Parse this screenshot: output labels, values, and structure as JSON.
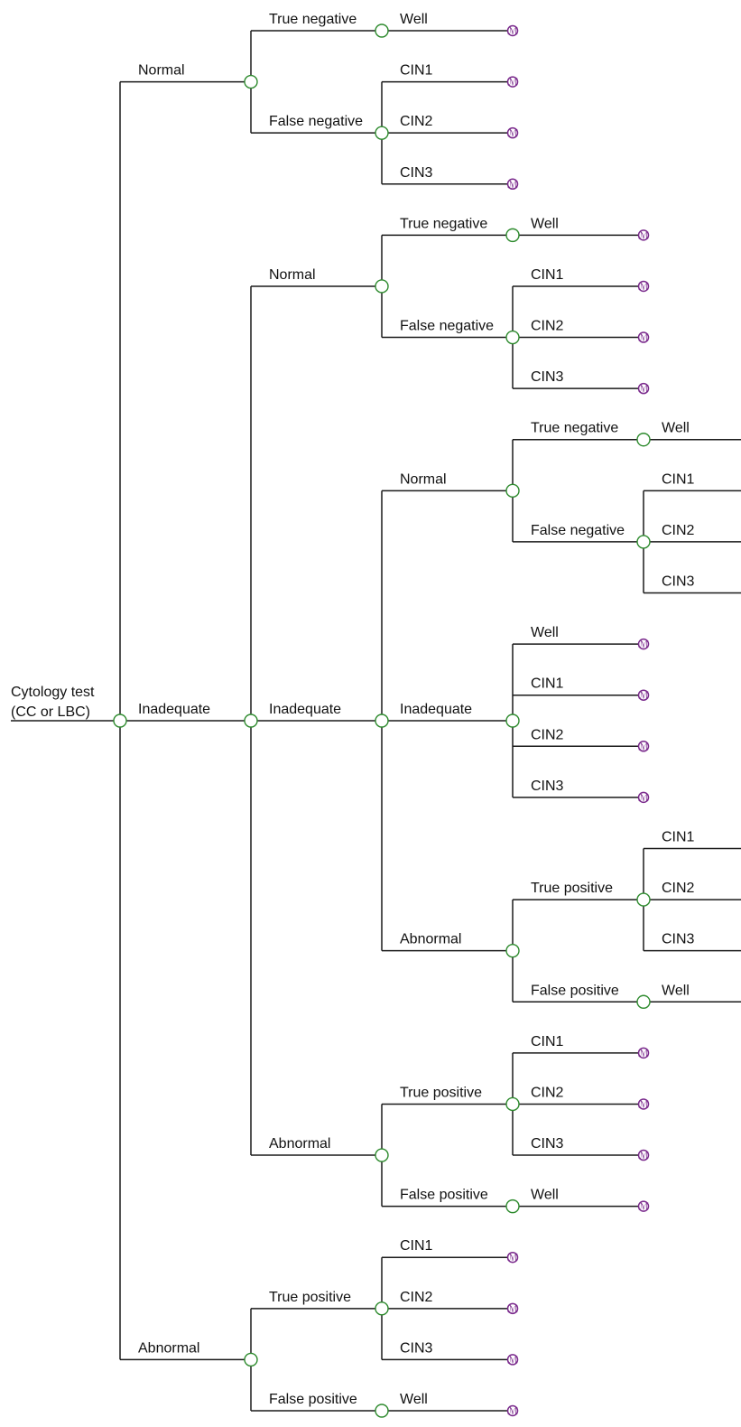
{
  "root": {
    "label": [
      "Cytology test",
      "(CC or LBC)"
    ]
  },
  "tree": {
    "children": [
      {
        "label": "Normal",
        "children": [
          {
            "label": "True negative",
            "children": [
              {
                "label": "Well"
              }
            ]
          },
          {
            "label": "False negative",
            "children": [
              {
                "label": "CIN1"
              },
              {
                "label": "CIN2"
              },
              {
                "label": "CIN3"
              }
            ]
          }
        ]
      },
      {
        "label": "Inadequate",
        "children": [
          {
            "label": "Normal",
            "children": [
              {
                "label": "True negative",
                "children": [
                  {
                    "label": "Well"
                  }
                ]
              },
              {
                "label": "False negative",
                "children": [
                  {
                    "label": "CIN1"
                  },
                  {
                    "label": "CIN2"
                  },
                  {
                    "label": "CIN3"
                  }
                ]
              }
            ]
          },
          {
            "label": "Inadequate",
            "children": [
              {
                "label": "Normal",
                "children": [
                  {
                    "label": "True negative",
                    "children": [
                      {
                        "label": "Well"
                      }
                    ]
                  },
                  {
                    "label": "False negative",
                    "children": [
                      {
                        "label": "CIN1"
                      },
                      {
                        "label": "CIN2"
                      },
                      {
                        "label": "CIN3"
                      }
                    ]
                  }
                ]
              },
              {
                "label": "Inadequate",
                "children": [
                  {
                    "label": "Well"
                  },
                  {
                    "label": "CIN1"
                  },
                  {
                    "label": "CIN2"
                  },
                  {
                    "label": "CIN3"
                  }
                ]
              },
              {
                "label": "Abnormal",
                "children": [
                  {
                    "label": "True positive",
                    "children": [
                      {
                        "label": "CIN1"
                      },
                      {
                        "label": "CIN2"
                      },
                      {
                        "label": "CIN3"
                      }
                    ]
                  },
                  {
                    "label": "False positive",
                    "children": [
                      {
                        "label": "Well"
                      }
                    ]
                  }
                ]
              }
            ]
          },
          {
            "label": "Abnormal",
            "children": [
              {
                "label": "True positive",
                "children": [
                  {
                    "label": "CIN1"
                  },
                  {
                    "label": "CIN2"
                  },
                  {
                    "label": "CIN3"
                  }
                ]
              },
              {
                "label": "False positive",
                "children": [
                  {
                    "label": "Well"
                  }
                ]
              }
            ]
          }
        ]
      },
      {
        "label": "Abnormal",
        "children": [
          {
            "label": "True positive",
            "children": [
              {
                "label": "CIN1"
              },
              {
                "label": "CIN2"
              },
              {
                "label": "CIN3"
              }
            ]
          },
          {
            "label": "False positive",
            "children": [
              {
                "label": "Well"
              }
            ]
          }
        ]
      }
    ]
  },
  "terminal_marker": "ℳ",
  "colors": {
    "line": "#1a1a1a",
    "chance_node": "#2e8b2e",
    "terminal_node": "#7a2a8c"
  },
  "icons": {
    "chance_node": "open-circle",
    "terminal_node": "markov-terminal"
  }
}
